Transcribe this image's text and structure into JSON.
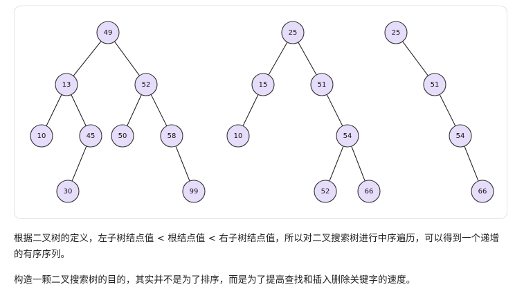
{
  "trees": [
    {
      "nodes": [
        {
          "id": "a",
          "label": "49"
        },
        {
          "id": "b",
          "label": "13"
        },
        {
          "id": "c",
          "label": "52"
        },
        {
          "id": "d",
          "label": "10"
        },
        {
          "id": "e",
          "label": "45"
        },
        {
          "id": "f",
          "label": "50"
        },
        {
          "id": "g",
          "label": "58"
        },
        {
          "id": "h",
          "label": "30"
        },
        {
          "id": "i",
          "label": "99"
        }
      ],
      "edges": [
        [
          "a",
          "b"
        ],
        [
          "a",
          "c"
        ],
        [
          "b",
          "d"
        ],
        [
          "b",
          "e"
        ],
        [
          "c",
          "f"
        ],
        [
          "c",
          "g"
        ],
        [
          "e",
          "h"
        ],
        [
          "g",
          "i"
        ]
      ]
    },
    {
      "nodes": [
        {
          "id": "a",
          "label": "25"
        },
        {
          "id": "b",
          "label": "15"
        },
        {
          "id": "c",
          "label": "51"
        },
        {
          "id": "d",
          "label": "10"
        },
        {
          "id": "e",
          "label": "54"
        },
        {
          "id": "f",
          "label": "52"
        },
        {
          "id": "g",
          "label": "66"
        }
      ],
      "edges": [
        [
          "a",
          "b"
        ],
        [
          "a",
          "c"
        ],
        [
          "b",
          "d"
        ],
        [
          "c",
          "e"
        ],
        [
          "e",
          "f"
        ],
        [
          "e",
          "g"
        ]
      ]
    },
    {
      "nodes": [
        {
          "id": "a",
          "label": "25"
        },
        {
          "id": "b",
          "label": "51"
        },
        {
          "id": "c",
          "label": "54"
        },
        {
          "id": "d",
          "label": "66"
        }
      ],
      "edges": [
        [
          "a",
          "b"
        ],
        [
          "b",
          "c"
        ],
        [
          "c",
          "d"
        ]
      ]
    }
  ],
  "paragraphs": [
    "根据二叉树的定义，左子树结点值 < 根结点值 < 右子树结点值，所以对二叉搜索树进行中序遍历，可以得到一个递增的有序序列。",
    "构造一颗二叉搜索树的目的，其实并不是为了排序，而是为了提高查找和插入删除关键字的速度。"
  ],
  "colors": {
    "node_fill": "#e6ddfb",
    "node_stroke": "#333333",
    "edge": "#222222"
  }
}
